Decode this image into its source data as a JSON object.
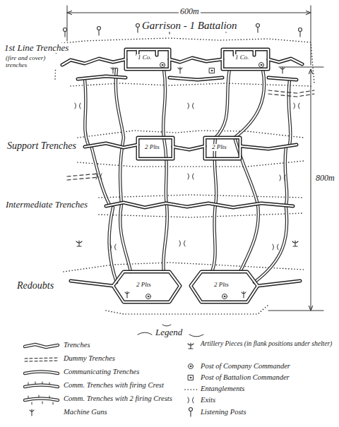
{
  "diagram": {
    "title": "Garrison - 1 Battalion",
    "labels": [
      "600m",
      "1st Line Trenches",
      "(fire and cover) trenches",
      "1 Co.",
      "1 Co.",
      "Support Trenches",
      "2 Plts",
      "2 Plts",
      "Intermediate Trenches",
      "Redoubts",
      "2 Plts",
      "2 Plts",
      "800m",
      "Legend"
    ],
    "legend": [
      {
        "text": "Trenches"
      },
      {
        "text": "Dummy Trenches"
      },
      {
        "text": "Communicating Trenches"
      },
      {
        "text": "Comm. Trenches with firing Crest"
      },
      {
        "text": "Comm. Trenches with 2 firing Crests"
      },
      {
        "text": "Machine Guns"
      },
      {
        "text": "Artillery Pieces (in flank positions under shelter)"
      },
      {
        "text": "Post of Company Commander"
      },
      {
        "text": "Post of Battalion Commander"
      },
      {
        "text": "Entanglements"
      },
      {
        "text": "Exits"
      },
      {
        "text": "Listening Posts"
      }
    ]
  }
}
